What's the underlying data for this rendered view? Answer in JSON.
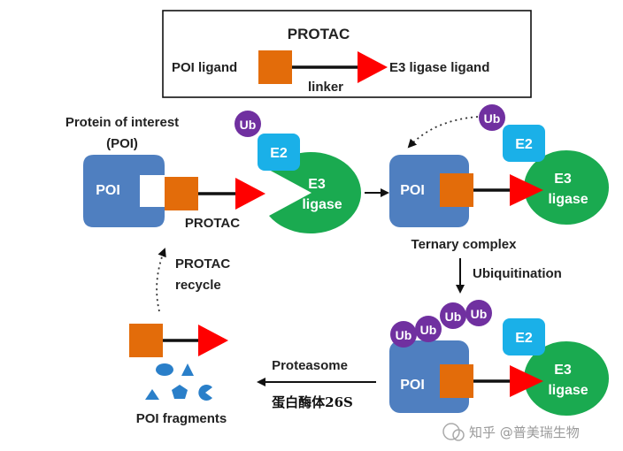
{
  "legend": {
    "title": "PROTAC",
    "left_label": "POI ligand",
    "right_label": "E3 ligase ligand",
    "linker_label": "linker"
  },
  "step1": {
    "poi_title_line1": "Protein of interest",
    "poi_title_line2": "(POI)",
    "poi_label": "POI",
    "protac_label": "PROTAC",
    "ub_label": "Ub",
    "e2_label": "E2",
    "e3_line1": "E3",
    "e3_line2": "ligase"
  },
  "step2": {
    "poi_label": "POI",
    "ub_label": "Ub",
    "e2_label": "E2",
    "e3_line1": "E3",
    "e3_line2": "ligase",
    "caption": "Ternary complex"
  },
  "ubiquitination_label": "Ubiquitination",
  "step3": {
    "poi_label": "POI",
    "ub_labels": [
      "Ub",
      "Ub",
      "Ub",
      "Ub"
    ],
    "e2_label": "E2",
    "e3_line1": "E3",
    "e3_line2": "ligase"
  },
  "proteasome": {
    "label": "Proteasome",
    "label_cn": "蛋白酶体26S"
  },
  "recycle": {
    "line1": "PROTAC",
    "line2": "recycle"
  },
  "fragments_label": "POI fragments",
  "watermark": "知乎 @普美瑞生物",
  "colors": {
    "poi": "#4f7fc0",
    "ligand": "#e36c0a",
    "e3": "#1aaa50",
    "e2": "#1ab0e8",
    "ub": "#7030a0",
    "warhead": "#ff0000"
  }
}
